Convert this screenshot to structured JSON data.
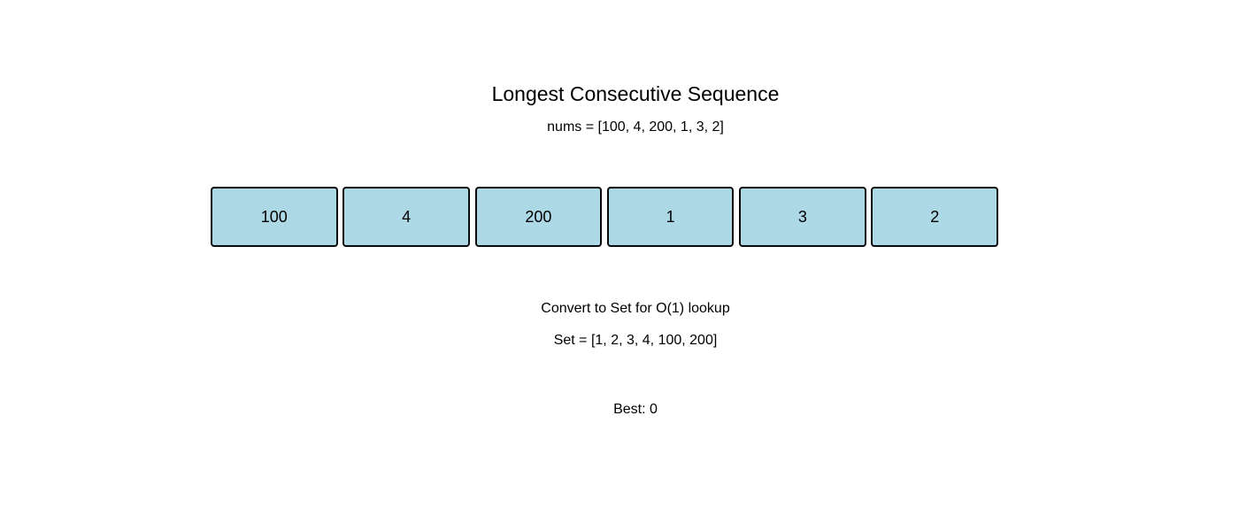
{
  "page": {
    "background": "#ffffff",
    "text_color": "#000000"
  },
  "visualization": {
    "title": "Longest Consecutive Sequence",
    "input_label": "nums = [100, 4, 200, 1, 3, 2]",
    "cells": [
      "100",
      "4",
      "200",
      "1",
      "3",
      "2"
    ],
    "cell_fill_color": "#add8e6",
    "cell_border_color": "#0a0a0a",
    "step_caption": "Convert to Set for O(1) lookup",
    "set_label": "Set = [1, 2, 3, 4, 100, 200]",
    "best_label": "Best: 0"
  }
}
